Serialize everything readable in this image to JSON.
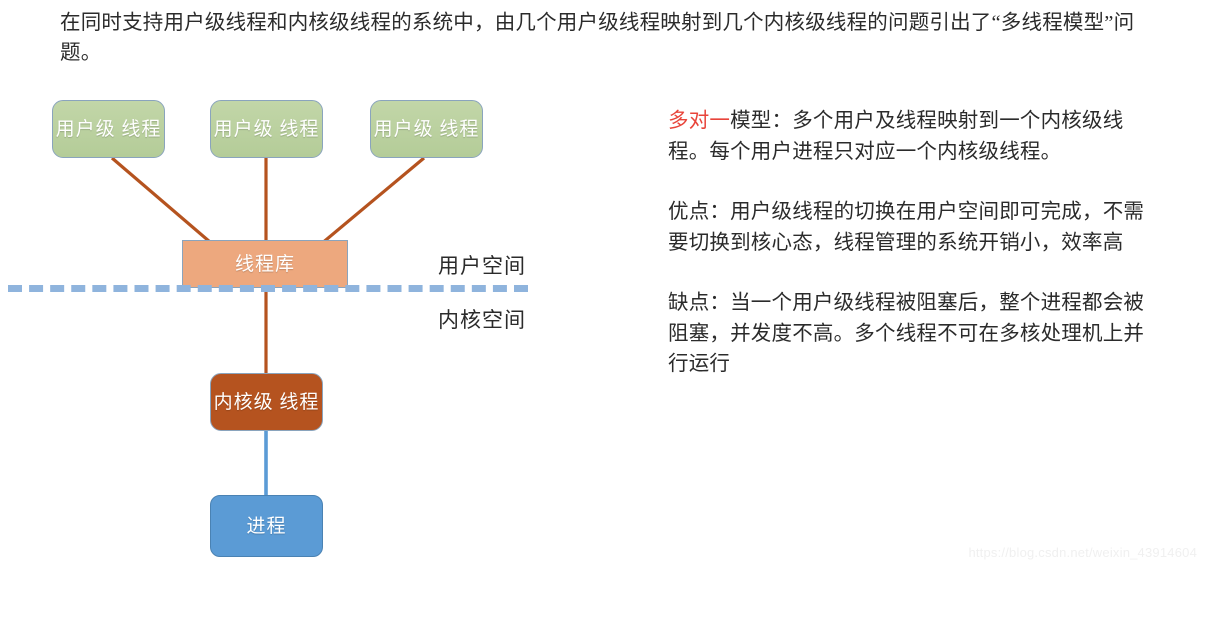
{
  "header": {
    "text": "在同时支持用户级线程和内核级线程的系统中，由几个用户级线程映射到几个内核级线程的问题引出了“多线程模型”问题。"
  },
  "diagram": {
    "user_threads": [
      {
        "label": "用户级\n线程"
      },
      {
        "label": "用户级\n线程"
      },
      {
        "label": "用户级\n线程"
      }
    ],
    "thread_library": {
      "label": "线程库"
    },
    "kernel_thread": {
      "label": "内核级\n线程"
    },
    "process": {
      "label": "进程"
    },
    "space_labels": {
      "user": "用户空间",
      "kernel": "内核空间"
    },
    "colors": {
      "user_thread_fill": "#b4cc98",
      "thread_library_fill": "#eda87e",
      "kernel_thread_fill": "#b5531f",
      "process_fill": "#5b9bd5",
      "connector_line": "#b5531f",
      "process_link_line": "#5b9bd5",
      "divider_dash": "#8fb4dd",
      "box_border": "#8aa4bd"
    }
  },
  "description": {
    "model_title": "多对一",
    "model_body": "模型：多个用户及线程映射到一个内核级线程。每个用户进程只对应一个内核级线程。",
    "advantages": "优点：用户级线程的切换在用户空间即可完成，不需要切换到核心态，线程管理的系统开销小，效率高",
    "disadvantages": "缺点：当一个用户级线程被阻塞后，整个进程都会被阻塞，并发度不高。多个线程不可在多核处理机上并行运行"
  },
  "watermark": {
    "text": "https://blog.csdn.net/weixin_43914604"
  }
}
